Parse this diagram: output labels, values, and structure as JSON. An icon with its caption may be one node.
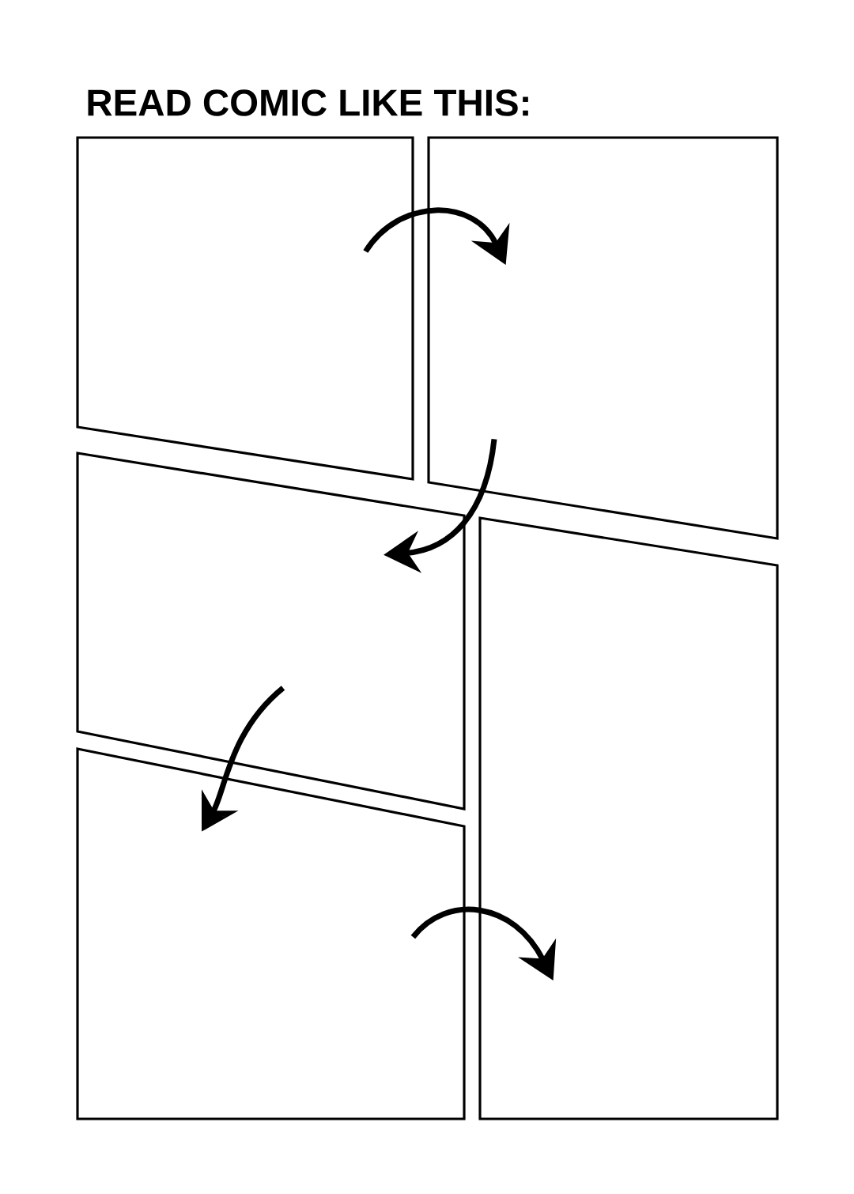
{
  "diagram": {
    "title": "READ COMIC LIKE THIS:",
    "nodes": [
      {
        "text": [],
        "shape": "box"
      },
      {
        "text": [],
        "shape": "box"
      },
      {
        "text": [],
        "shape": "box"
      },
      {
        "text": [],
        "shape": "box"
      },
      {
        "text": [],
        "shape": "box"
      }
    ],
    "edges": [
      {
        "from": 0,
        "to": 1,
        "arrow": "to"
      },
      {
        "from": 1,
        "to": 2,
        "arrow": "to"
      },
      {
        "from": 2,
        "to": 4,
        "arrow": "to"
      },
      {
        "from": 4,
        "to": 3,
        "arrow": "to"
      }
    ]
  }
}
